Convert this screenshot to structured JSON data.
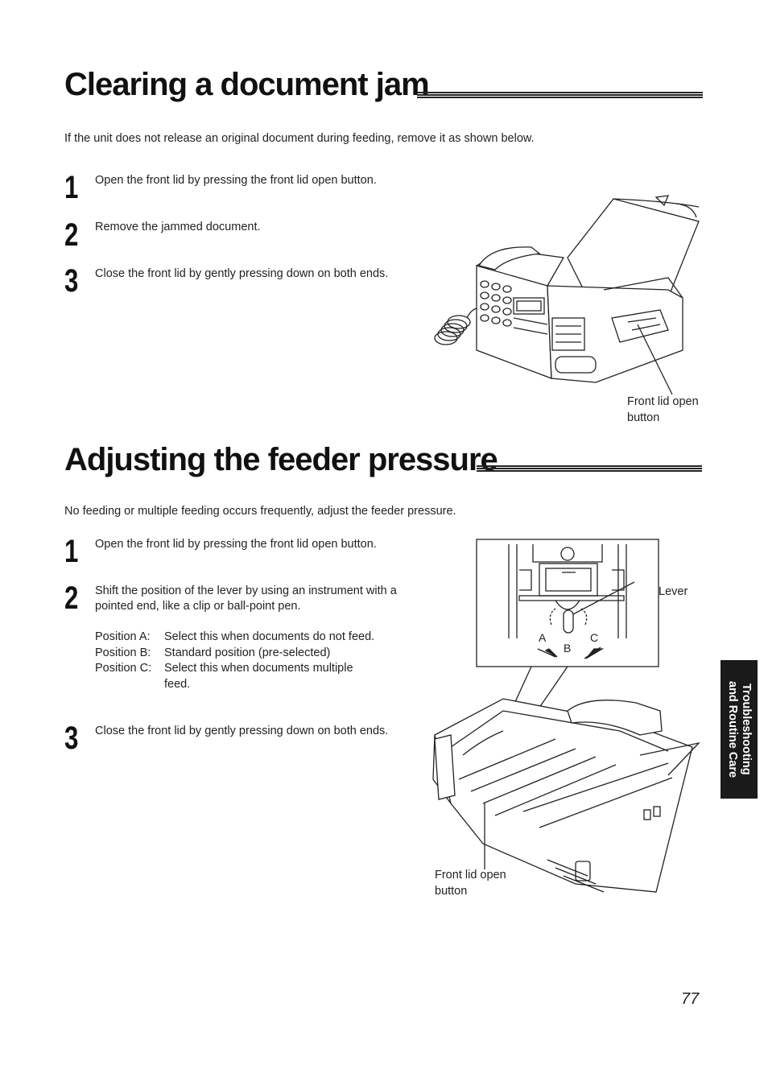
{
  "section1": {
    "title": "Clearing a document jam",
    "intro": "If the unit does not release an original document during feeding, remove it as shown below.",
    "steps": [
      {
        "num": "1",
        "text": "Open the front lid by pressing the front lid open button."
      },
      {
        "num": "2",
        "text": "Remove the jammed document."
      },
      {
        "num": "3",
        "text": "Close the front lid by gently pressing down on both ends."
      }
    ],
    "figure_label": "Front lid open button"
  },
  "section2": {
    "title": "Adjusting the feeder pressure",
    "intro": "No feeding or multiple feeding occurs frequently, adjust the feeder pressure.",
    "steps": [
      {
        "num": "1",
        "text": "Open the front lid by pressing the front lid open button."
      },
      {
        "num": "2",
        "text": "Shift the position of the lever by using an instrument with a pointed end, like a clip or ball-point pen."
      },
      {
        "num": "3",
        "text": "Close the front lid by gently pressing down on both ends."
      }
    ],
    "positions": [
      {
        "key": "Position A:",
        "desc": "Select this when documents do not feed."
      },
      {
        "key": "Position B:",
        "desc": "Standard position (pre-selected)"
      },
      {
        "key": "Position C:",
        "desc": "Select this when documents multiple feed."
      }
    ],
    "figure_labels": {
      "lever": "Lever",
      "a": "A",
      "b": "B",
      "c": "C",
      "button": "Front lid open button"
    }
  },
  "side_tab": {
    "line1": "Troubleshooting",
    "line2": "and Routine Care"
  },
  "page_number": "77"
}
